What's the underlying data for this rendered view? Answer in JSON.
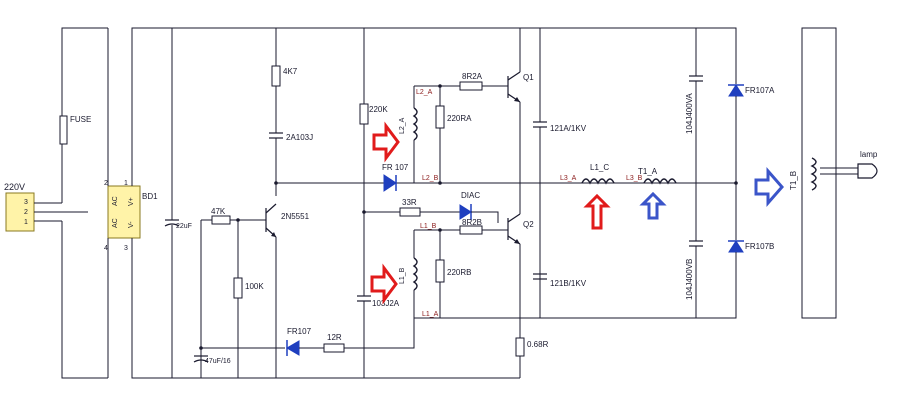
{
  "colors": {
    "wire": "#1a1a2e",
    "component_fill": "#fff3a8",
    "component_stroke": "#8a7a20",
    "diode": "#1f3fbf",
    "net_label": "#8b1a1a",
    "red_arrow": "#e11b1b",
    "blue_arrow": "#3b55c9"
  },
  "labels": {
    "input_voltage": "220V",
    "connector_pins": [
      "3",
      "2",
      "1"
    ],
    "fuse": "FUSE",
    "bridge": "BD1",
    "bridge_pins": {
      "ac1": "AC",
      "ac2": "AC",
      "vpos": "V+",
      "vneg": "V-",
      "p2": "2",
      "p1": "1",
      "p4": "4",
      "p3": "3"
    },
    "c_input": "22uF",
    "r_4k7": "4K7",
    "c_2a103j": "2A103J",
    "r_47k": "47K",
    "q_start": "2N5551",
    "r_100k": "100K",
    "c_47uf": "47uF/16",
    "d_fr107_bottom": "FR107",
    "r_12r": "12R",
    "r_220k": "220K",
    "d_fr107_mid": "FR 107",
    "c_103j2a": "103J2A",
    "r_8r2a": "8R2A",
    "r_220ra": "220RA",
    "q1": "Q1",
    "l2a": "L2_A",
    "l2a_pin": "L2_A",
    "l2b_pin": "L2_B",
    "r_33r": "33R",
    "diac": "DIAC",
    "r_8r2b": "8R2B",
    "l1b_top": "L1_B",
    "r_220rb": "220RB",
    "q2": "Q2",
    "l1b_coil": "L1_B",
    "l1a_pin": "L1_A",
    "c_121a": "121A/1KV",
    "c_121b": "121B/1KV",
    "r_068": "0.68R",
    "l3a": "L3_A",
    "l1c": "L1_C",
    "l3b": "L3_B",
    "t1a": "T1_A",
    "c_104a": "104J400VA",
    "c_104b": "104J400VB",
    "d_fr107a": "FR107A",
    "d_fr107b": "FR107B",
    "t1b": "T1_B",
    "lamp": "lamp"
  }
}
